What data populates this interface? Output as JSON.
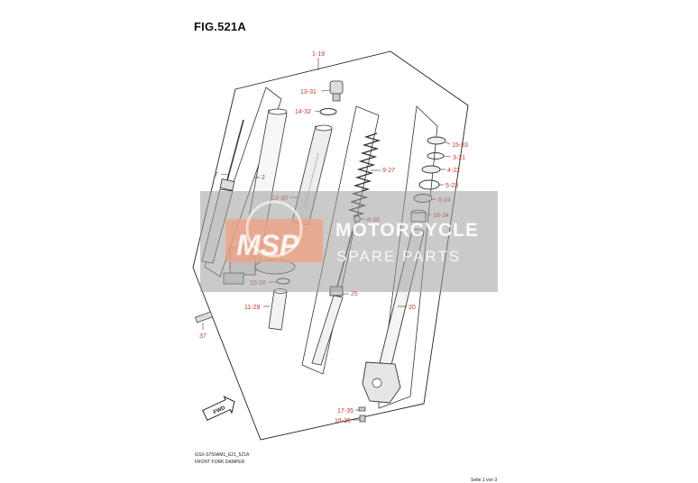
{
  "figure_title": "FIG.521A",
  "labels": {
    "p1_19": "1-19",
    "p13_31": "13-31",
    "p14_32": "14-32",
    "p7": "7",
    "p2": "2",
    "p12_30": "12-30",
    "p9_27": "9-27",
    "p8_26": "8-26",
    "p15_33": "15-33",
    "p3_21": "3-21",
    "p4_22": "4-22",
    "p5_23": "5-23",
    "p8_24": "8-24",
    "p16_34": "16-34",
    "p10_28": "10-28",
    "p25": "25",
    "p11_29": "11-29",
    "p20": "20",
    "p37": "37",
    "p17_35": "17-35",
    "p18_36": "18-36"
  },
  "fwd_label": "FWD",
  "watermark": {
    "logo": "MSP",
    "line1": "MOTORCYCLE",
    "line2": "SPARE PARTS"
  },
  "footer": {
    "code": "GSX-S750AM1_E21_521A",
    "caption": "FRONT FORK DAMPER",
    "page": "Seite 1 von 3"
  },
  "colors": {
    "label_red": "#c0392b",
    "watermark_bg": "#9e9e9e",
    "watermark_logo": "#f0a080"
  }
}
